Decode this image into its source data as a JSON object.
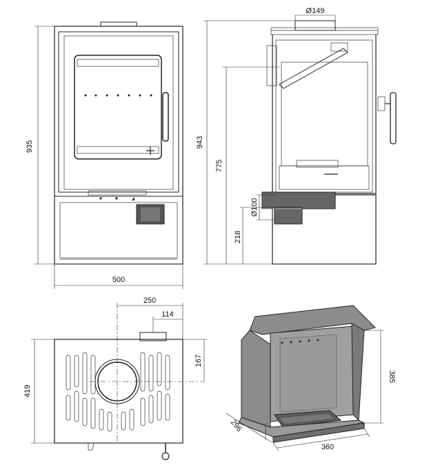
{
  "dimensions": {
    "flue_top_diameter": "Ø149",
    "front_height": "935",
    "side_height": "943",
    "flue_center_height": "775",
    "rear_outlet_height": "218",
    "rear_outlet_diameter": "Ø100",
    "width": "500",
    "top_flue_offset_x": "250",
    "top_inlet_offset": "114",
    "top_flue_offset_y": "167",
    "depth": "419",
    "firebox_height": "385",
    "firebox_depth": "296",
    "firebox_width": "360"
  },
  "colors": {
    "line": "#222222",
    "firebox_fill": "#8c8c8c",
    "firebox_dark": "#5e5e5e",
    "glass_frame": "#555555"
  }
}
